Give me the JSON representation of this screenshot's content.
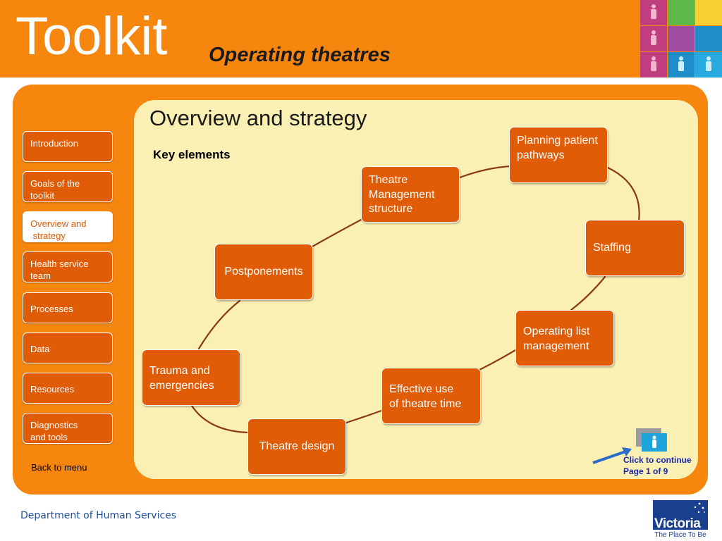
{
  "header": {
    "title": "Toolkit",
    "subtitle": "Operating theatres"
  },
  "mosaic_colors": [
    "#c03d7f",
    "#5cb848",
    "#f6d131",
    "#c03d7f",
    "#a04da0",
    "#1d8ec8",
    "#c03d7f",
    "#1d8ec8",
    "#28a9e0"
  ],
  "sidebar": {
    "items": [
      {
        "label_line1": "Introduction",
        "label_line2": ""
      },
      {
        "label_line1": "Goals of the",
        "label_line2": "toolkit"
      },
      {
        "label_line1": "Overview and",
        "label_line2": " strategy",
        "active": true
      },
      {
        "label_line1": "Health service",
        "label_line2": "team"
      },
      {
        "label_line1": "Processes",
        "label_line2": ""
      },
      {
        "label_line1": "Data",
        "label_line2": ""
      },
      {
        "label_line1": "Resources",
        "label_line2": ""
      },
      {
        "label_line1": "Diagnostics",
        "label_line2": "and tools"
      }
    ],
    "back_label": "Back to menu"
  },
  "main": {
    "title": "Overview and strategy",
    "subheading": "Key elements",
    "nodes": {
      "planning": [
        "Planning patient",
        "pathways"
      ],
      "management": [
        "Theatre",
        "Management",
        "structure"
      ],
      "staffing": [
        "Staffing"
      ],
      "postponements": [
        "Postponements"
      ],
      "operating_list": [
        "Operating list",
        "management"
      ],
      "trauma": [
        "Trauma and",
        "emergencies"
      ],
      "effective_use": [
        "Effective use",
        "of theatre time"
      ],
      "design": [
        "Theatre design"
      ]
    }
  },
  "navigation": {
    "continue_label": "Click to continue",
    "page_indicator": "Page 1 of 9"
  },
  "footer": {
    "department": "Department of Human Services",
    "logo_word": "Victoria",
    "logo_tagline": "The Place To Be"
  },
  "colors": {
    "header_orange": "#f7860f",
    "node_orange": "#e05c06",
    "panel_cream": "#fbf0b4",
    "connector_brown": "#8a3a10",
    "link_blue": "#1a28b4"
  }
}
